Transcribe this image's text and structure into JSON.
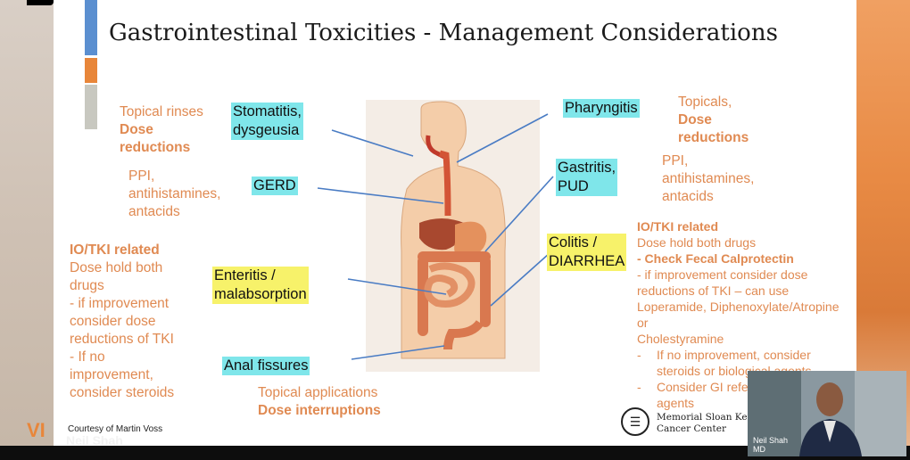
{
  "slide": {
    "title": "Gastrointestinal Toxicities - Management Considerations",
    "footer": "Courtesy of Martin Voss",
    "labels": {
      "stomatitis": [
        "Stomatitis,",
        "dysgeusia"
      ],
      "gerd": "GERD",
      "enteritis": [
        "Enteritis /",
        "malabsorption"
      ],
      "anal": "Anal fissures",
      "pharyngitis": "Pharyngitis",
      "gastritis": [
        "Gastritis,",
        "PUD"
      ],
      "colitis": [
        "Colitis /",
        "DIARRHEA"
      ]
    },
    "topical_rinses": "Topical rinses",
    "dose_reductions_1": [
      "Dose",
      "reductions"
    ],
    "ppi_left": [
      "PPI,",
      "antihistamines,",
      "antacids"
    ],
    "io_left_heading": "IO/TKI related",
    "io_left_lines": [
      "Dose hold both",
      "drugs",
      "- if improvement",
      "consider dose",
      "reductions of TKI",
      "- If no",
      "improvement,",
      "consider steroids"
    ],
    "topical_applications": "Topical applications",
    "dose_interruptions": "Dose interruptions",
    "topicals": "Topicals,",
    "dose_reductions_2": [
      "Dose",
      "reductions"
    ],
    "ppi_right": [
      "PPI,",
      "antihistamines,",
      "antacids"
    ],
    "io_right_heading": "IO/TKI related",
    "io_right_line1": "Dose hold both drugs",
    "io_right_check": "- Check Fecal Calprotectin",
    "io_right_lines": [
      "- if improvement consider dose",
      "reductions of TKI – can use",
      "Loperamide, Diphenoxylate/Atropine",
      "or",
      "Cholestyramine"
    ],
    "io_right_bullets": [
      [
        "-",
        "If no improvement,  consider"
      ],
      [
        "",
        "steroids or biological agents"
      ],
      [
        "-",
        "Consider GI referral for other"
      ],
      [
        "",
        "agents"
      ]
    ],
    "logo_text": [
      "Memorial Sloan Kettering",
      "Cancer Center"
    ]
  },
  "presenter": {
    "screen_label": "Neil Shah",
    "video_name": "Neil Shah",
    "video_sub": "MD"
  },
  "colors": {
    "orange_text": "#e08a52",
    "cyan": "#7fe6ea",
    "yellow": "#f7f26a",
    "line_blue": "#4a7cc4"
  }
}
